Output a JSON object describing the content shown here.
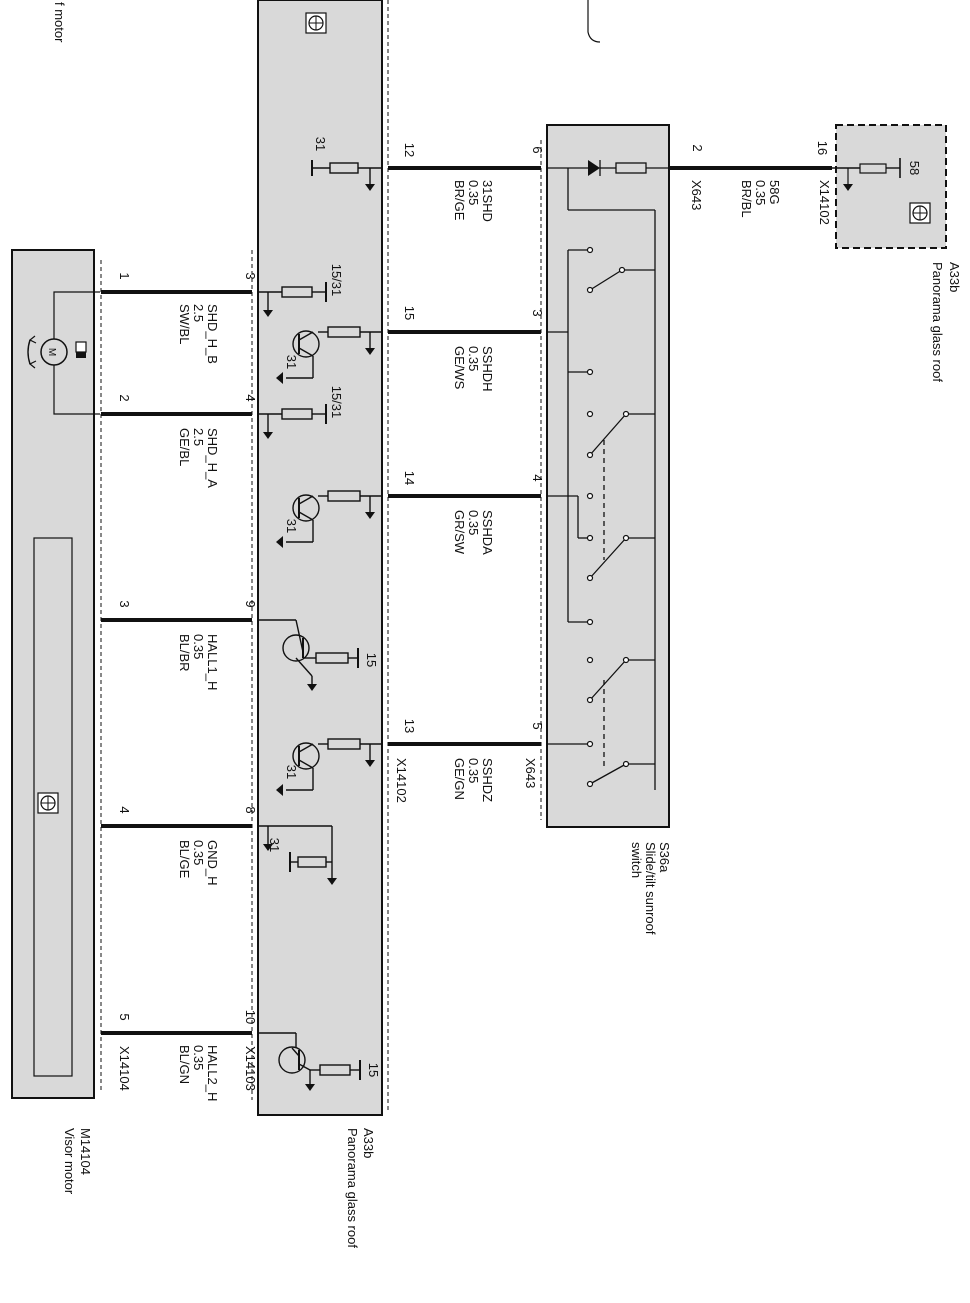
{
  "labels": {
    "corner": "f motor",
    "visor_motor_id": "M14104",
    "visor_motor_name": "Visor motor",
    "visor_motor_connector": "X14104",
    "roof_id": "A33b",
    "roof_name": "Panorama glass roof",
    "roof_conn_bottom": "X14103",
    "roof_conn_right": "X14102",
    "switch_id": "S36a",
    "switch_name": "Slide/tilt sunroof",
    "switch_name2": "switch",
    "switch_conn": "X643",
    "ext_id": "A33b",
    "ext_name": "Panorama glass roof",
    "ext_conn": "X14102",
    "ext_pin": "16",
    "ext_term": "58",
    "switch_ext_pin": "2"
  },
  "wires_left": [
    {
      "name": "SHD_H_B",
      "gauge": "2.5",
      "color": "SW/BL",
      "motor_pin": "1",
      "roof_pin": "3"
    },
    {
      "name": "SHD_H_A",
      "gauge": "2.5",
      "color": "GE/BL",
      "motor_pin": "2",
      "roof_pin": "4"
    },
    {
      "name": "HALL1_H",
      "gauge": "0.35",
      "color": "BL/BR",
      "motor_pin": "3",
      "roof_pin": "9"
    },
    {
      "name": "GND_H",
      "gauge": "0.35",
      "color": "BL/GE",
      "motor_pin": "4",
      "roof_pin": "8"
    },
    {
      "name": "HALL2_H",
      "gauge": "0.35",
      "color": "BL/GN",
      "motor_pin": "5",
      "roof_pin": "10"
    }
  ],
  "wires_right": [
    {
      "name": "31SHD",
      "gauge": "0.35",
      "color": "BR/GE",
      "roof_pin": "12",
      "switch_pin": "6"
    },
    {
      "name": "SSHDH",
      "gauge": "0.35",
      "color": "GE/WS",
      "roof_pin": "15",
      "switch_pin": "3"
    },
    {
      "name": "SSHDA",
      "gauge": "0.35",
      "color": "GR/SW",
      "roof_pin": "14",
      "switch_pin": "4"
    },
    {
      "name": "SSHDZ",
      "gauge": "0.35",
      "color": "GE/GN",
      "roof_pin": "13",
      "switch_pin": "5"
    }
  ],
  "ext_wire": {
    "name": "58G",
    "gauge": "0.35",
    "color": "BR/BL"
  },
  "roof_terminals": [
    "31",
    "15/31",
    "31",
    "15/31",
    "31",
    "15",
    "31",
    "31",
    "15"
  ]
}
